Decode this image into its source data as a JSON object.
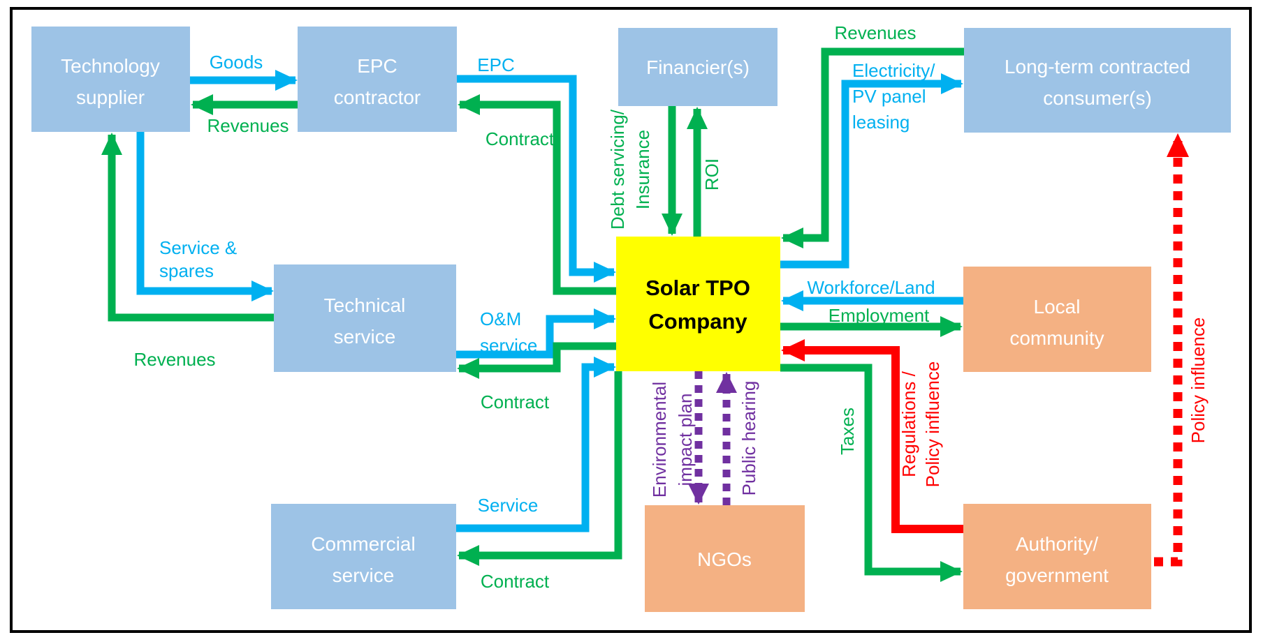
{
  "figure": {
    "type": "stakeholder-flow-diagram",
    "background": "#FFFFFF",
    "border_color": "#000000"
  },
  "colors": {
    "node_blue": "#9DC3E6",
    "node_orange": "#F4B183",
    "node_yellow": "#FFFF00",
    "arrow_green": "#00B050",
    "arrow_blue": "#00B0F0",
    "arrow_red": "#FF0000",
    "arrow_purple": "#7030A0",
    "node_text": "#FFFFFF",
    "center_text": "#000000"
  },
  "nodes": {
    "technology_supplier": {
      "line1": "Technology",
      "line2": "supplier",
      "fill": "#9DC3E6"
    },
    "epc_contractor": {
      "line1": "EPC",
      "line2": "contractor",
      "fill": "#9DC3E6"
    },
    "financiers": {
      "line1": "Financier(s)",
      "fill": "#9DC3E6"
    },
    "consumers": {
      "line1": "Long-term contracted",
      "line2": "consumer(s)",
      "fill": "#9DC3E6"
    },
    "technical_service": {
      "line1": "Technical",
      "line2": "service",
      "fill": "#9DC3E6"
    },
    "solar_tpo_company": {
      "line1": "Solar TPO",
      "line2": "Company",
      "fill": "#FFFF00"
    },
    "local_community": {
      "line1": "Local",
      "line2": "community",
      "fill": "#F4B183"
    },
    "commercial_service": {
      "line1": "Commercial",
      "line2": "service",
      "fill": "#9DC3E6"
    },
    "ngos": {
      "line1": "NGOs",
      "fill": "#F4B183"
    },
    "authority_government": {
      "line1": "Authority/",
      "line2": "government",
      "fill": "#F4B183"
    }
  },
  "edges": {
    "goods": {
      "label": "Goods",
      "from": "technology_supplier",
      "to": "epc_contractor",
      "color": "#00B0F0",
      "style": "solid"
    },
    "revenues_to_supplier": {
      "label": "Revenues",
      "from": "epc_contractor",
      "to": "technology_supplier",
      "color": "#00B050",
      "style": "solid"
    },
    "epc": {
      "label": "EPC",
      "from": "epc_contractor",
      "to": "solar_tpo_company",
      "color": "#00B0F0",
      "style": "solid"
    },
    "contract_epc": {
      "label": "Contract",
      "from": "solar_tpo_company",
      "to": "epc_contractor",
      "color": "#00B050",
      "style": "solid"
    },
    "service_spares": {
      "label1": "Service &",
      "label2": "spares",
      "from": "technology_supplier",
      "to": "technical_service",
      "color": "#00B0F0",
      "style": "solid"
    },
    "revenues_from_technical": {
      "label": "Revenues",
      "from": "technical_service",
      "to": "technology_supplier",
      "color": "#00B050",
      "style": "solid"
    },
    "om_service": {
      "label1": "O&M",
      "label2": "service",
      "from": "technical_service",
      "to": "solar_tpo_company",
      "color": "#00B0F0",
      "style": "solid"
    },
    "contract_technical": {
      "label": "Contract",
      "from": "solar_tpo_company",
      "to": "technical_service",
      "color": "#00B050",
      "style": "solid"
    },
    "debt_servicing": {
      "label1": "Debt servicing/",
      "label2": "Insurance",
      "from": "financiers",
      "to": "solar_tpo_company",
      "color": "#00B050",
      "style": "solid"
    },
    "roi": {
      "label": "ROI",
      "from": "solar_tpo_company",
      "to": "financiers",
      "color": "#00B050",
      "style": "solid"
    },
    "revenues_from_consumers": {
      "label": "Revenues",
      "from": "consumers",
      "to": "solar_tpo_company",
      "color": "#00B050",
      "style": "solid"
    },
    "electricity_leasing": {
      "label1": "Electricity/",
      "label2": "PV panel",
      "label3": "leasing",
      "from": "solar_tpo_company",
      "to": "consumers",
      "color": "#00B0F0",
      "style": "solid"
    },
    "workforce_land": {
      "label": "Workforce/Land",
      "from": "local_community",
      "to": "solar_tpo_company",
      "color": "#00B0F0",
      "style": "solid"
    },
    "employment": {
      "label": "Employment",
      "from": "solar_tpo_company",
      "to": "local_community",
      "color": "#00B050",
      "style": "solid"
    },
    "regulations": {
      "label1": "Regulations /",
      "label2": "Policy influence",
      "from": "authority_government",
      "to": "solar_tpo_company",
      "color": "#FF0000",
      "style": "solid"
    },
    "taxes": {
      "label": "Taxes",
      "from": "solar_tpo_company",
      "to": "authority_government",
      "color": "#00B050",
      "style": "solid"
    },
    "policy_influence": {
      "label": "Policy influence",
      "from": "authority_government",
      "to": "consumers",
      "color": "#FF0000",
      "style": "dashed"
    },
    "environmental_impact_plan": {
      "label1": "Environmental",
      "label2": "impact plan",
      "from": "solar_tpo_company",
      "to": "ngos",
      "color": "#7030A0",
      "style": "dashed"
    },
    "public_hearing": {
      "label": "Public hearing",
      "from": "ngos",
      "to": "solar_tpo_company",
      "color": "#7030A0",
      "style": "dashed"
    },
    "service_commercial": {
      "label": "Service",
      "from": "commercial_service",
      "to": "solar_tpo_company",
      "color": "#00B0F0",
      "style": "solid"
    },
    "contract_commercial": {
      "label": "Contract",
      "from": "solar_tpo_company",
      "to": "commercial_service",
      "color": "#00B050",
      "style": "solid"
    }
  }
}
